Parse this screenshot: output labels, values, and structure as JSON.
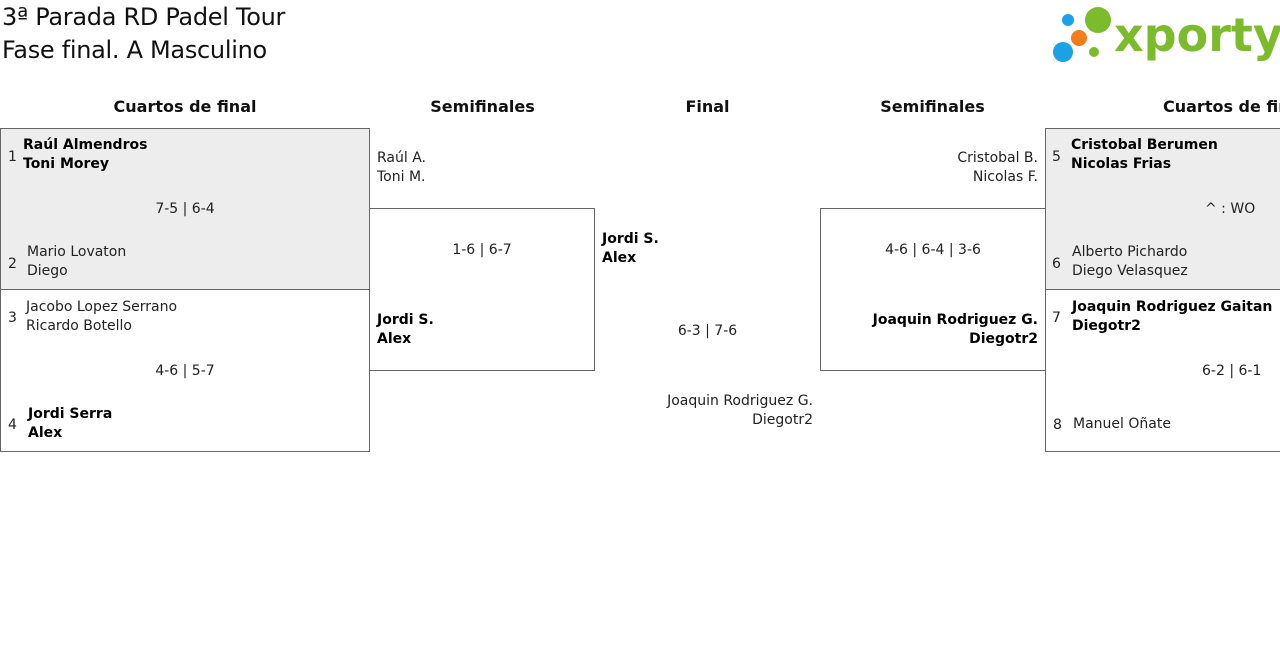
{
  "header": {
    "title_line1": "3ª Parada RD Padel Tour",
    "title_line2": "Fase final. A Masculino",
    "logo_text": "xporty"
  },
  "rounds": {
    "left_quarters": "Cuartos de final",
    "left_semis": "Semifinales",
    "final": "Final",
    "right_semis": "Semifinales",
    "right_quarters": "Cuartos de final"
  },
  "left_qf1": {
    "seed_a": "1",
    "team_a_p1": "Raúl Almendros",
    "team_a_p2": "Toni Morey",
    "score": "7-5 | 6-4",
    "seed_b": "2",
    "team_b_p1": "Mario Lovaton",
    "team_b_p2": "Diego"
  },
  "left_qf2": {
    "seed_a": "3",
    "team_a_p1": "Jacobo Lopez Serrano",
    "team_a_p2": "Ricardo Botello",
    "score": "4-6 | 5-7",
    "seed_b": "4",
    "team_b_p1": "Jordi Serra",
    "team_b_p2": "Alex"
  },
  "left_sf": {
    "team_a_p1": "Raúl A.",
    "team_a_p2": "Toni M.",
    "score": "1-6 | 6-7",
    "team_b_p1": "Jordi S.",
    "team_b_p2": "Alex"
  },
  "final": {
    "team_a_p1": "Jordi S.",
    "team_a_p2": "Alex",
    "score": "6-3 | 7-6",
    "team_b_p1": "Joaquin Rodriguez G.",
    "team_b_p2": "Diegotr2"
  },
  "right_sf": {
    "team_a_p1": "Cristobal B.",
    "team_a_p2": "Nicolas F.",
    "score": "4-6 | 6-4 | 3-6",
    "team_b_p1": "Joaquin Rodriguez G.",
    "team_b_p2": "Diegotr2"
  },
  "right_qf1": {
    "seed_a": "5",
    "team_a_p1": "Cristobal Berumen",
    "team_a_p2": "Nicolas Frias",
    "score": "^ : WO",
    "seed_b": "6",
    "team_b_p1": "Alberto Pichardo",
    "team_b_p2": "Diego Velasquez"
  },
  "right_qf2": {
    "seed_a": "7",
    "team_a_p1": "Joaquin Rodriguez Gaitan",
    "team_a_p2": "Diegotr2",
    "score": "6-2 | 6-1",
    "seed_b": "8",
    "team_b_p1": "Manuel Oñate"
  },
  "colors": {
    "logo_green": "#7dbb2e",
    "logo_blue": "#1ea0e6",
    "logo_orange": "#f07d1a",
    "shade": "#ededed"
  }
}
